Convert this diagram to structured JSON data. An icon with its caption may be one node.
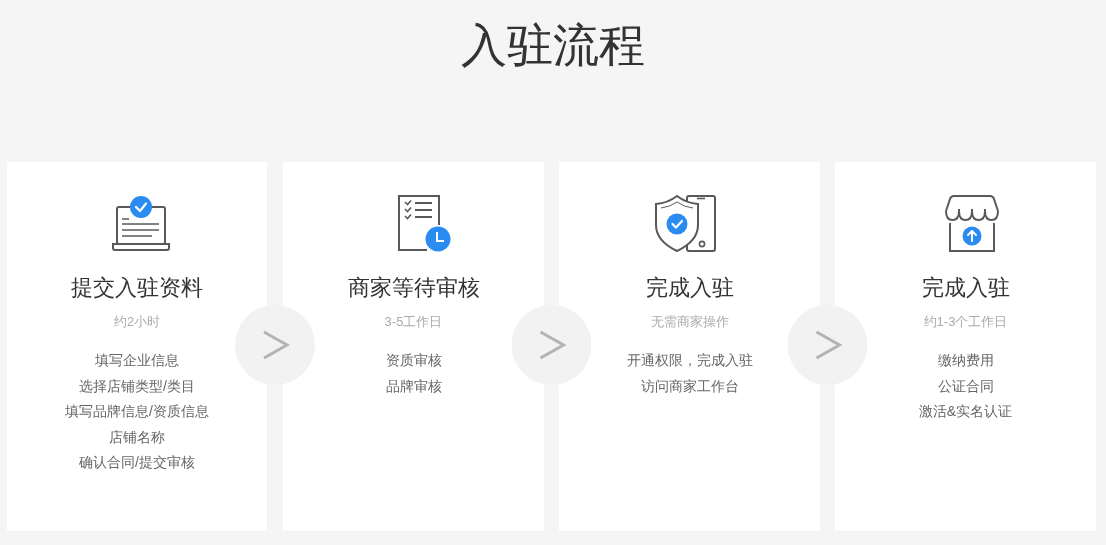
{
  "diagram": {
    "title": "入驻流程",
    "nodes": [
      {
        "text": [
          "提交入驻资料",
          "约2小时",
          "填写企业信息",
          "选择店铺类型/类目",
          "填写品牌信息/资质信息",
          "店铺名称",
          "确认合同/提交审核"
        ]
      },
      {
        "text": [
          "商家等待审核",
          "3-5工作日",
          "资质审核",
          "品牌审核"
        ]
      },
      {
        "text": [
          "完成入驻",
          "无需商家操作",
          "开通权限，完成入驻",
          "访问商家工作台"
        ]
      },
      {
        "text": [
          "完成入驻",
          "约1-3个工作日",
          "缴纳费用",
          "公证合同",
          "激活&实名认证"
        ]
      }
    ],
    "edges": [
      {
        "from": 0,
        "to": 1,
        "arrow": "to"
      },
      {
        "from": 1,
        "to": 2,
        "arrow": "to"
      },
      {
        "from": 2,
        "to": 3,
        "arrow": "to"
      }
    ]
  }
}
